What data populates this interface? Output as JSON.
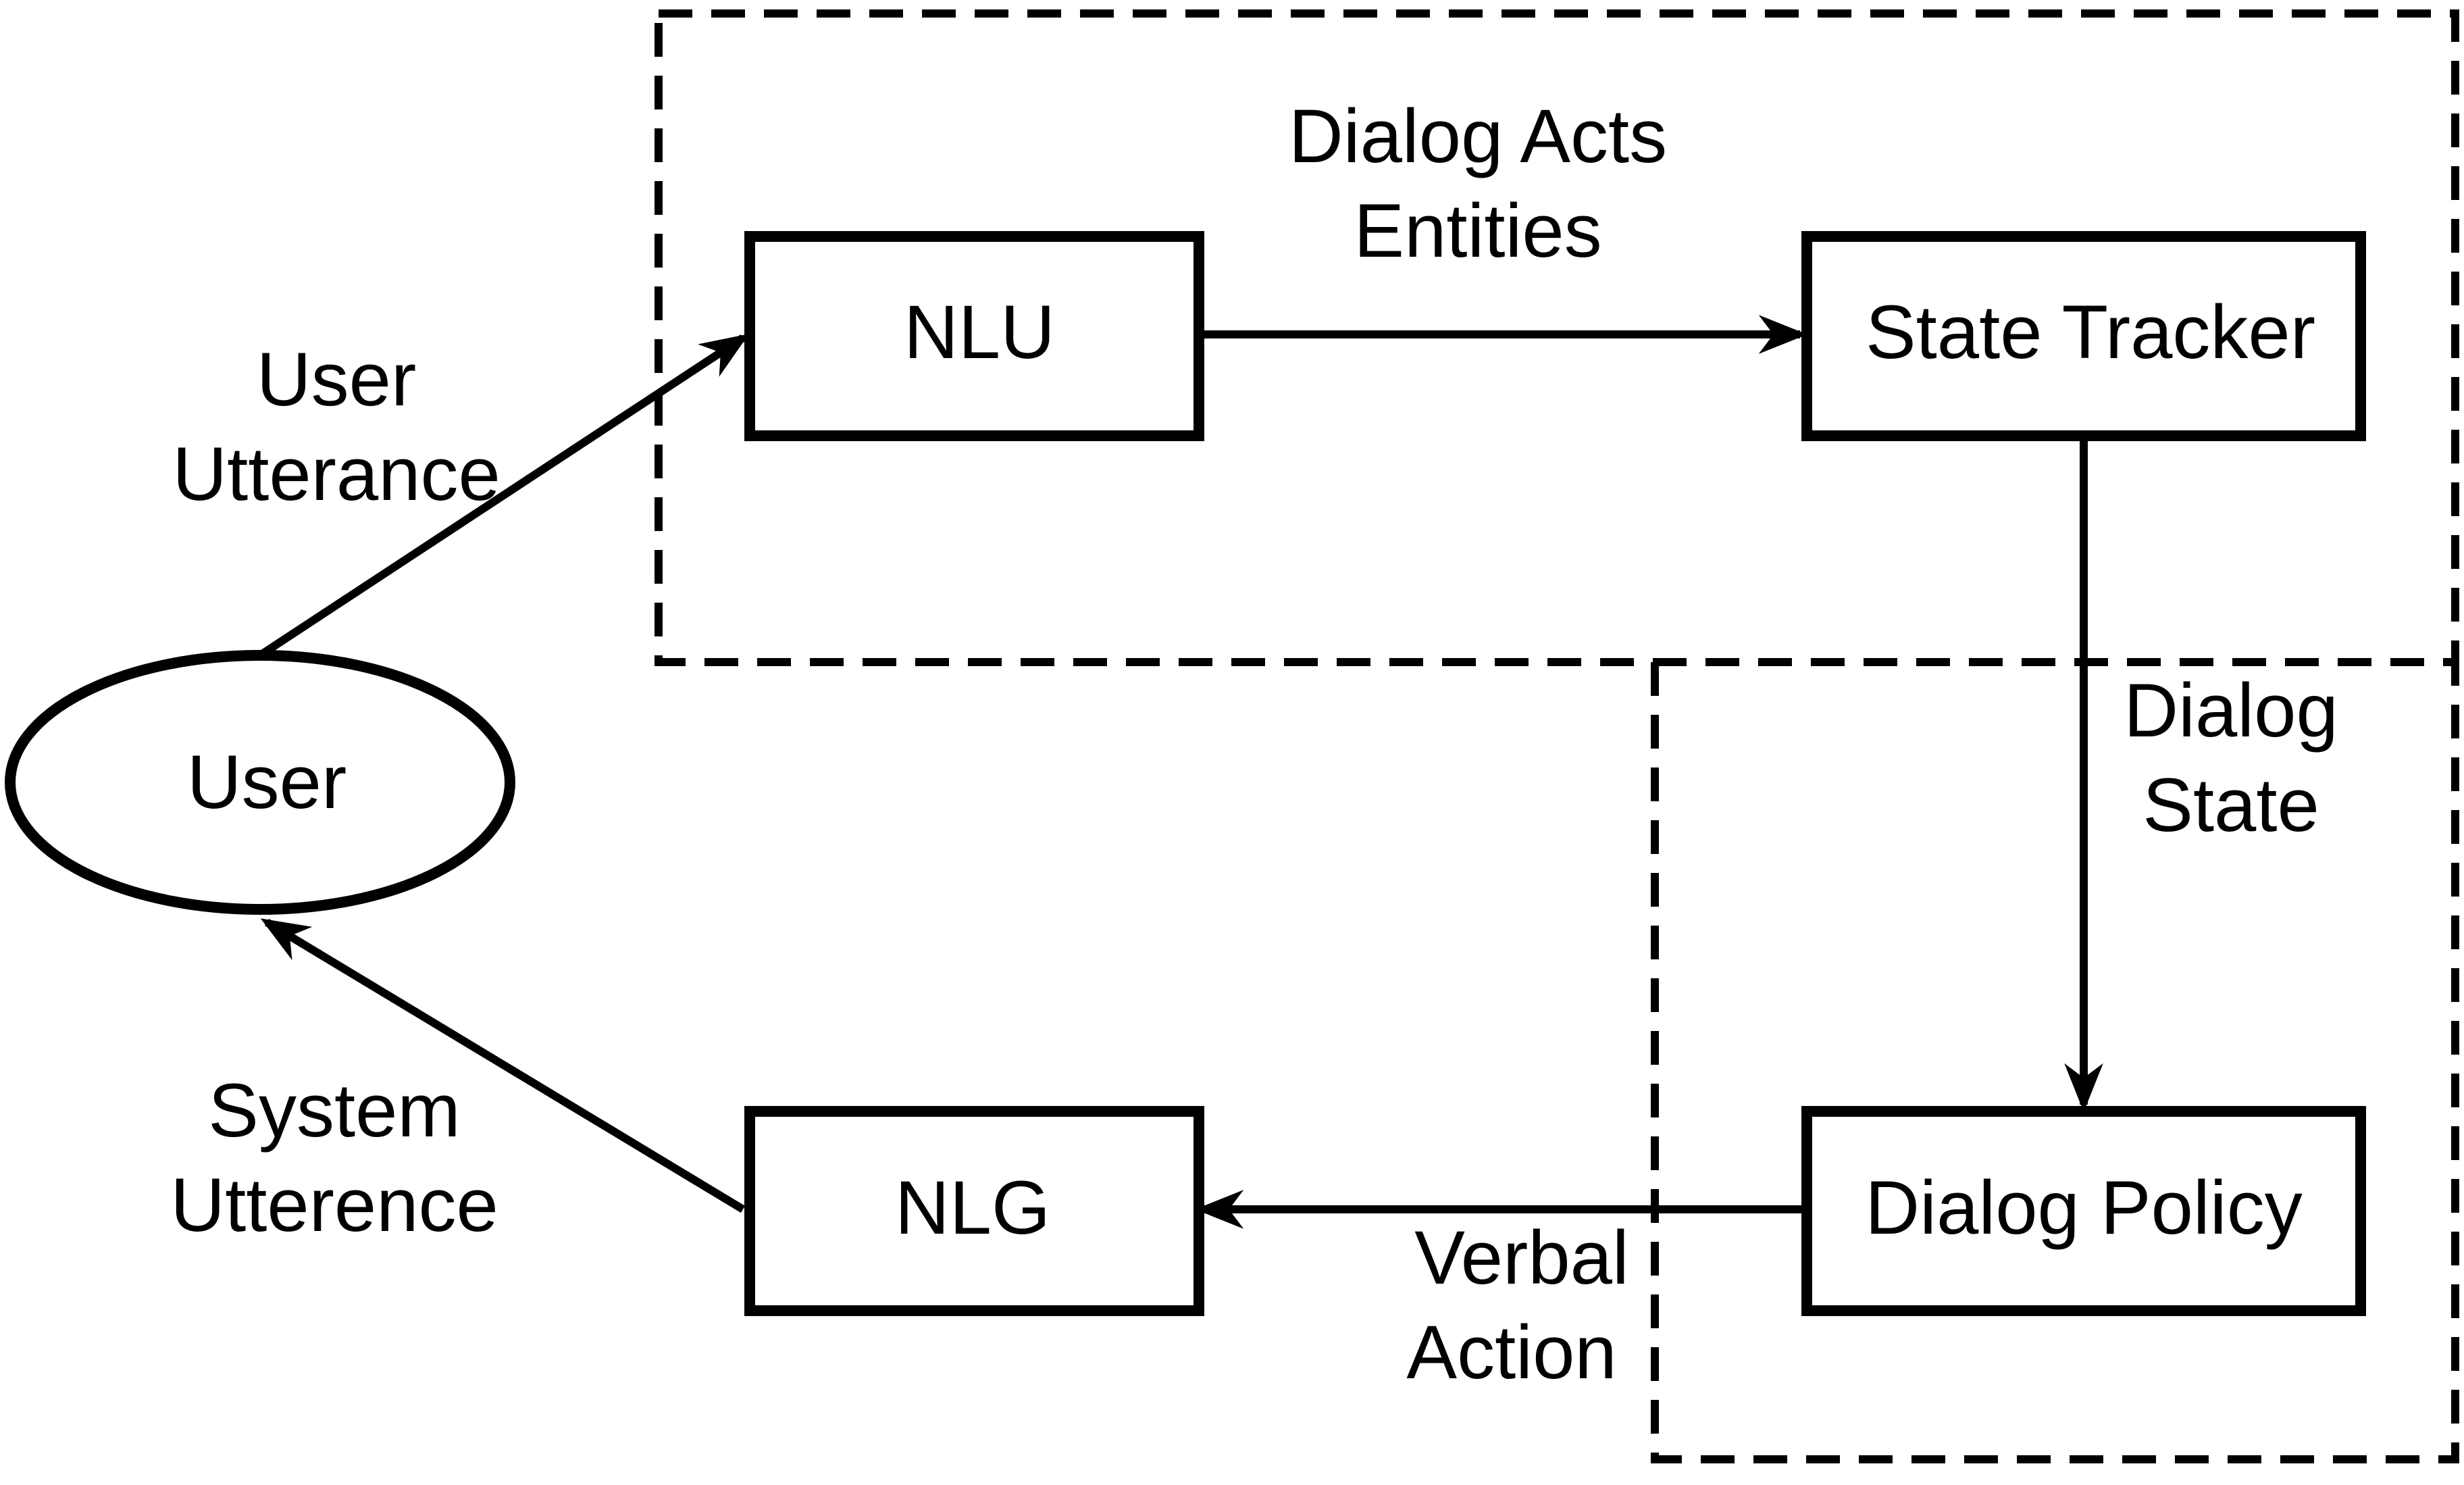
{
  "diagram": {
    "nodes": {
      "user": "User",
      "nlu": "NLU",
      "state_tracker": "State Tracker",
      "dialog_policy": "Dialog Policy",
      "nlg": "NLG"
    },
    "edge_labels": {
      "user_utterance": [
        "User",
        "Utterance"
      ],
      "dialog_acts_entities": [
        "Dialog Acts",
        "Entities"
      ],
      "dialog_state": [
        "Dialog",
        "State"
      ],
      "verbal_action": [
        "Verbal",
        "Action"
      ],
      "system_utterence": [
        "System",
        "Utterence"
      ]
    }
  }
}
